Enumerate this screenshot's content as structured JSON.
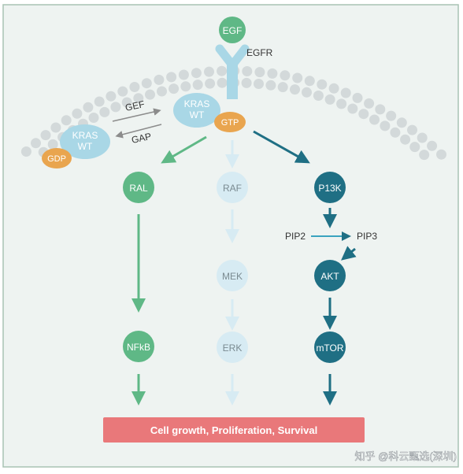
{
  "colors": {
    "background": "#eef3f1",
    "frame": "#a8c3b4",
    "membrane": "#d3d9da",
    "green": "#5fb886",
    "light_blue": "#d7ebf3",
    "teal": "#1f6f84",
    "kras": "#a9d7e6",
    "orange": "#e9a54f",
    "bar": "#e9787a",
    "gray_arrow": "#8c8c8c"
  },
  "nodes": {
    "egf": "EGF",
    "egfr": "EGFR",
    "kras_wt_gtp_line1": "KRAS",
    "kras_wt_gtp_line2": "WT",
    "gtp": "GTP",
    "kras_wt_gdp_line1": "KRAS",
    "kras_wt_gdp_line2": "WT",
    "gdp": "GDP",
    "gef": "GEF",
    "gap": "GAP",
    "ral": "RAL",
    "nfkb": "NFkB",
    "raf": "RAF",
    "mek": "MEK",
    "erk": "ERK",
    "pi3k": "P13K",
    "pip2": "PIP2",
    "pip3": "PIP3",
    "akt": "AKT",
    "mtor": "mTOR"
  },
  "outcome": "Cell growth, Proliferation, Survival",
  "watermark": "知乎 @科云甄选(深圳)"
}
